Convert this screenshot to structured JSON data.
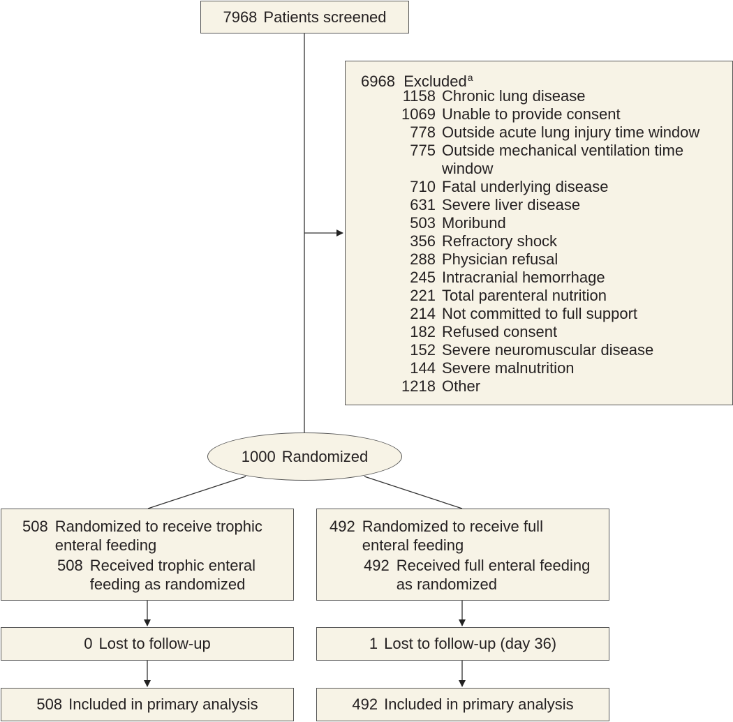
{
  "screened": {
    "count": "7968",
    "label": "Patients screened"
  },
  "excluded": {
    "count": "6968",
    "label": "Excluded",
    "footnote": "a",
    "reasons": [
      {
        "count": "1158",
        "label": "Chronic lung disease"
      },
      {
        "count": "1069",
        "label": "Unable to provide consent"
      },
      {
        "count": "778",
        "label": "Outside acute lung injury time window"
      },
      {
        "count": "775",
        "label": "Outside mechanical ventilation time window"
      },
      {
        "count": "710",
        "label": "Fatal underlying disease"
      },
      {
        "count": "631",
        "label": "Severe liver disease"
      },
      {
        "count": "503",
        "label": "Moribund"
      },
      {
        "count": "356",
        "label": "Refractory shock"
      },
      {
        "count": "288",
        "label": "Physician refusal"
      },
      {
        "count": "245",
        "label": "Intracranial hemorrhage"
      },
      {
        "count": "221",
        "label": "Total parenteral nutrition"
      },
      {
        "count": "214",
        "label": "Not committed to full support"
      },
      {
        "count": "182",
        "label": "Refused consent"
      },
      {
        "count": "152",
        "label": "Severe neuromuscular disease"
      },
      {
        "count": "144",
        "label": "Severe malnutrition"
      },
      {
        "count": "1218",
        "label": "Other"
      }
    ]
  },
  "randomized": {
    "count": "1000",
    "label": "Randomized"
  },
  "arms": [
    {
      "randomized_count": "508",
      "randomized_label": "Randomized to receive trophic enteral feeding",
      "received_count": "508",
      "received_label": "Received trophic enteral feeding as randomized",
      "lost_count": "0",
      "lost_label": "Lost to follow-up",
      "included_count": "508",
      "included_label": "Included in primary analysis"
    },
    {
      "randomized_count": "492",
      "randomized_label": "Randomized to receive full enteral feeding",
      "received_count": "492",
      "received_label": "Received full enteral feeding as randomized",
      "lost_count": "1",
      "lost_label": "Lost to follow-up (day 36)",
      "included_count": "492",
      "included_label": "Included in primary analysis"
    }
  ],
  "colors": {
    "box_fill": "#f7f3e6",
    "border": "#555555",
    "line": "#333333",
    "text": "#231f20"
  }
}
